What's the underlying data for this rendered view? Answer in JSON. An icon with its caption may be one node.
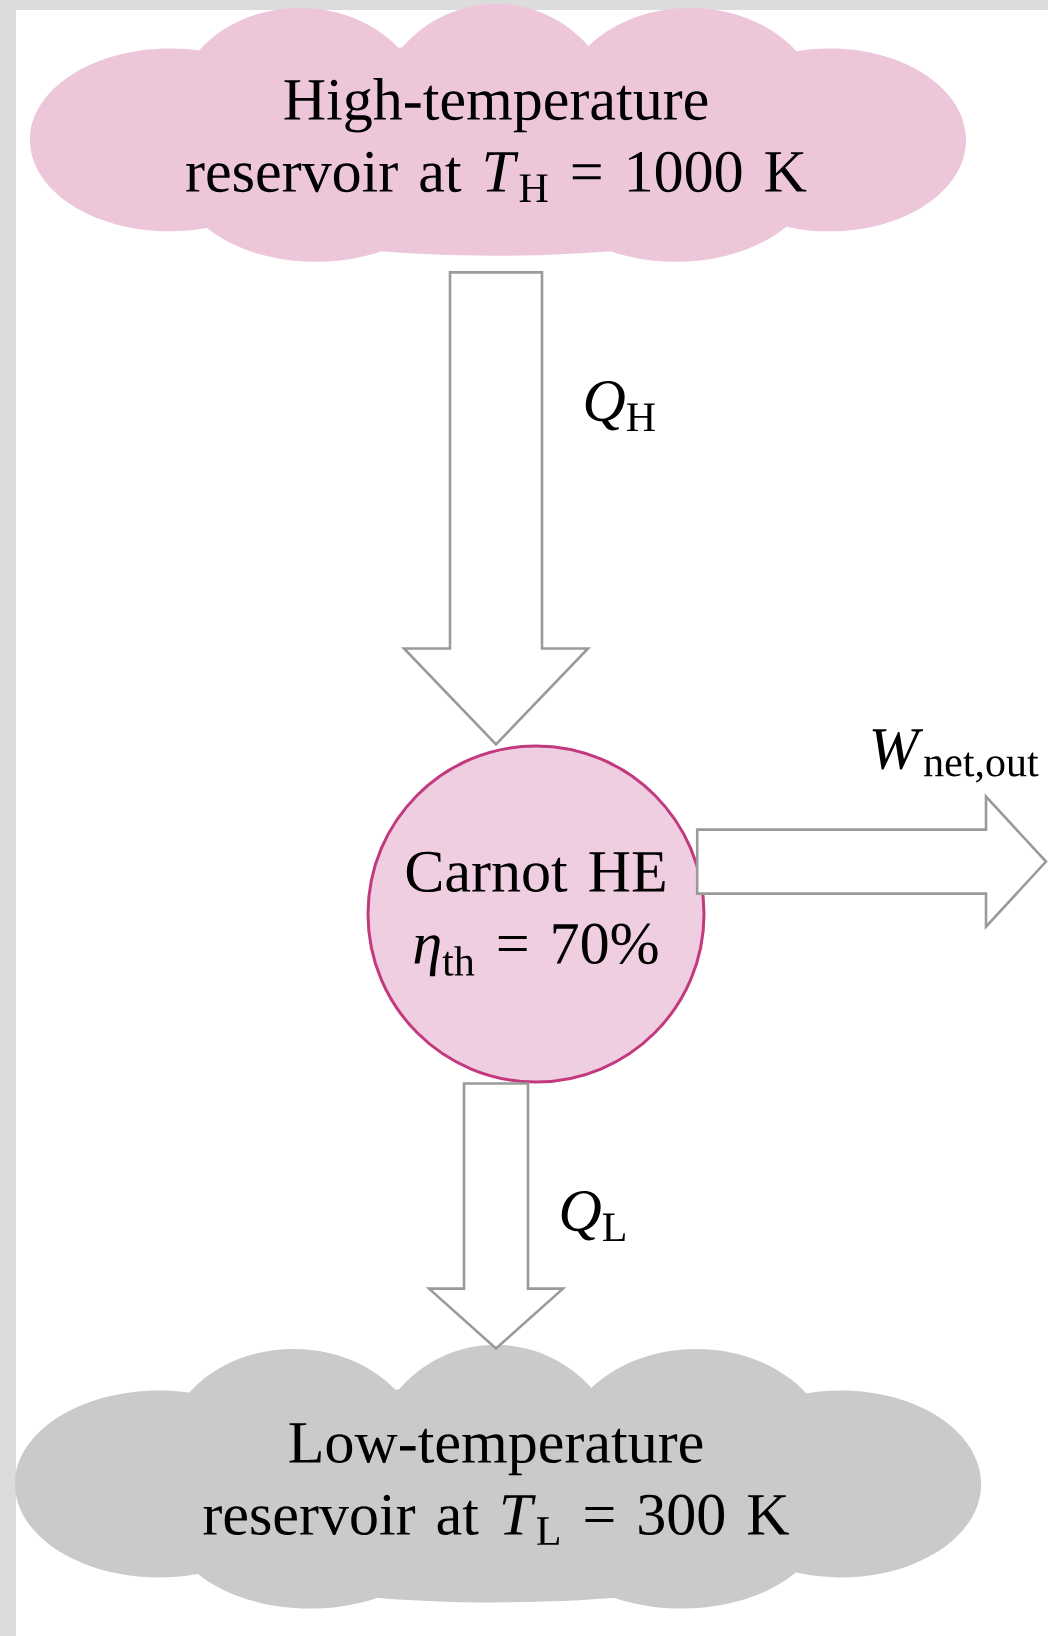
{
  "diagram": {
    "nodes": [
      {
        "text": [
          "High-temperature reservoir at *T*$_{H}$ = 1000 K"
        ]
      },
      {
        "text": [
          "Carnot HE",
          "*η*$_{th}$ = 70%"
        ]
      },
      {
        "text": [
          "Low-temperature reservoir at *T*$_{L}$ = 300 K"
        ]
      }
    ],
    "edges": [
      {
        "from": 0,
        "to": 1,
        "arrow": "to",
        "label": "*Q*$_{H}$"
      },
      {
        "from": 1,
        "to": null,
        "arrow": "to",
        "label": "*W*$_{net,out}$"
      },
      {
        "from": 1,
        "to": 2,
        "arrow": "to",
        "label": "*Q*$_{L}$"
      }
    ]
  }
}
